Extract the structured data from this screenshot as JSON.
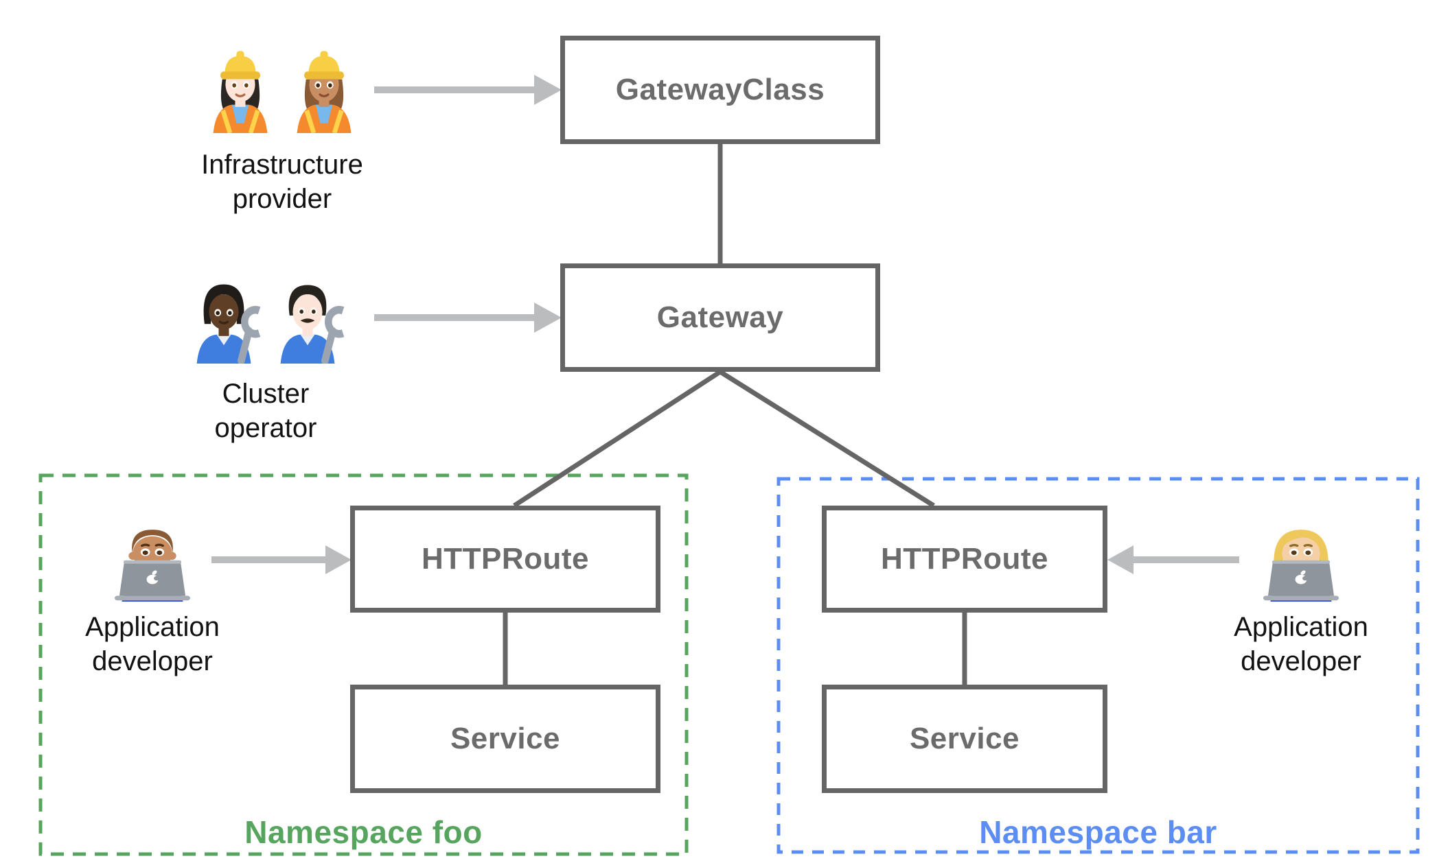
{
  "nodes": {
    "gatewayclass": {
      "label": "GatewayClass"
    },
    "gateway": {
      "label": "Gateway"
    },
    "httproute_foo": {
      "label": "HTTPRoute"
    },
    "service_foo": {
      "label": "Service"
    },
    "httproute_bar": {
      "label": "HTTPRoute"
    },
    "service_bar": {
      "label": "Service"
    }
  },
  "namespaces": {
    "foo": {
      "label": "Namespace foo",
      "color": "#56A45D"
    },
    "bar": {
      "label": "Namespace bar",
      "color": "#5C8DF2"
    }
  },
  "personas": {
    "infrastructure_provider": {
      "label": "Infrastructure provider",
      "emoji": "👷🏻‍♀️👷🏽‍♀️",
      "icons": [
        "woman-construction-worker-light-skin-icon",
        "woman-construction-worker-medium-skin-icon"
      ],
      "points_to": "GatewayClass"
    },
    "cluster_operator": {
      "label": "Cluster operator",
      "emoji": "🧑🏿‍🔧👨🏻‍🔧",
      "icons": [
        "mechanic-dark-skin-icon",
        "man-mechanic-light-skin-icon"
      ],
      "points_to": "Gateway"
    },
    "application_developer_foo": {
      "label": "Application developer",
      "emoji": "👨🏽‍💻",
      "icons": [
        "man-technologist-medium-skin-icon"
      ],
      "points_to": "HTTPRoute (Namespace foo)"
    },
    "application_developer_bar": {
      "label": "Application developer",
      "emoji": "👩🏼‍💻",
      "icons": [
        "woman-technologist-light-skin-icon"
      ],
      "points_to": "HTTPRoute (Namespace bar)"
    }
  },
  "edges": [
    {
      "from": "GatewayClass",
      "to": "Gateway"
    },
    {
      "from": "Gateway",
      "to": "HTTPRoute (Namespace foo)"
    },
    {
      "from": "Gateway",
      "to": "HTTPRoute (Namespace bar)"
    },
    {
      "from": "HTTPRoute (Namespace foo)",
      "to": "Service (Namespace foo)"
    },
    {
      "from": "HTTPRoute (Namespace bar)",
      "to": "Service (Namespace bar)"
    }
  ],
  "colors": {
    "node_border": "#656565",
    "node_label": "#6B6B6B",
    "edge": "#656565",
    "arrow": "#BABCBE",
    "persona_label": "#121212",
    "namespace_foo": "#56A45D",
    "namespace_bar": "#5C8DF2",
    "background": "#FFFFFF"
  }
}
